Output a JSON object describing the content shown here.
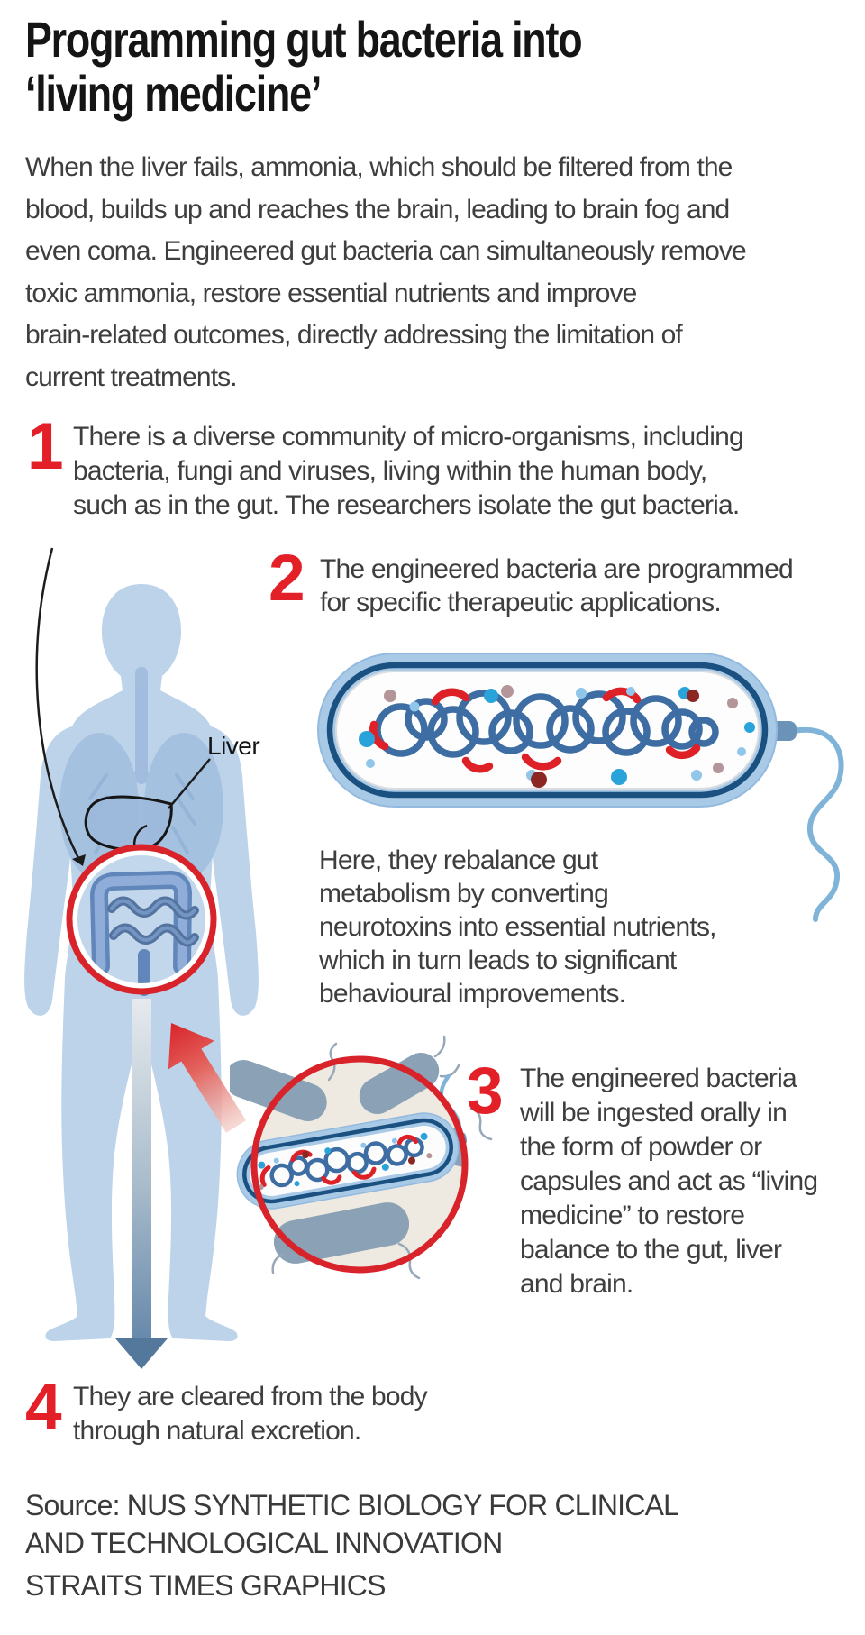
{
  "title": {
    "text": "Programming gut bacteria into\n‘living medicine’"
  },
  "intro": {
    "text": "When the liver fails, ammonia, which should be filtered from the\nblood, builds up and reaches the brain, leading to brain fog and\neven coma. Engineered gut bacteria can simultaneously remove\ntoxic ammonia, restore essential nutrients and improve\nbrain-related outcomes, directly addressing the limitation of\ncurrent treatments."
  },
  "steps": [
    {
      "number": "1",
      "text": "There is a diverse community of micro-organisms, including\nbacteria, fungi and viruses, living within the human body,\nsuch as in the gut. The researchers isolate the gut bacteria."
    },
    {
      "number": "2",
      "text": "The engineered bacteria are programmed\nfor specific therapeutic applications."
    },
    {
      "number": "3",
      "text": "The engineered bacteria\nwill be ingested orally in\nthe form of powder or\ncapsules and act as “living\nmedicine” to restore\nbalance to the gut, liver\nand brain."
    },
    {
      "number": "4",
      "text": "They are cleared from the body\nthrough natural excretion."
    }
  ],
  "annotations": {
    "liver_label": "Liver",
    "bacterium_note": "Here, they rebalance gut\nmetabolism by converting\nneurotoxins into essential nutrients,\nwhich in turn leads to significant\nbehavioural improvements."
  },
  "source": {
    "source_line": "Source: NUS SYNTHETIC BIOLOGY FOR CLINICAL\nAND TECHNOLOGICAL INNOVATION",
    "credit": "STRAITS TIMES GRAPHICS"
  },
  "colors": {
    "accent_red": "#d8232a",
    "number_red": "#e32028",
    "body_blue": "#bcd3ea",
    "organ_blue": "#a2bedf",
    "gut_blue": "#6186ba",
    "bacteria_gray": "#8ba1b5",
    "membrane_light": "#a9cae7",
    "membrane_navy": "#1b5181",
    "dna_blue": "#3e6da3",
    "flagellum_blue": "#7fb3d8",
    "text_dark": "#3e3e3e"
  }
}
